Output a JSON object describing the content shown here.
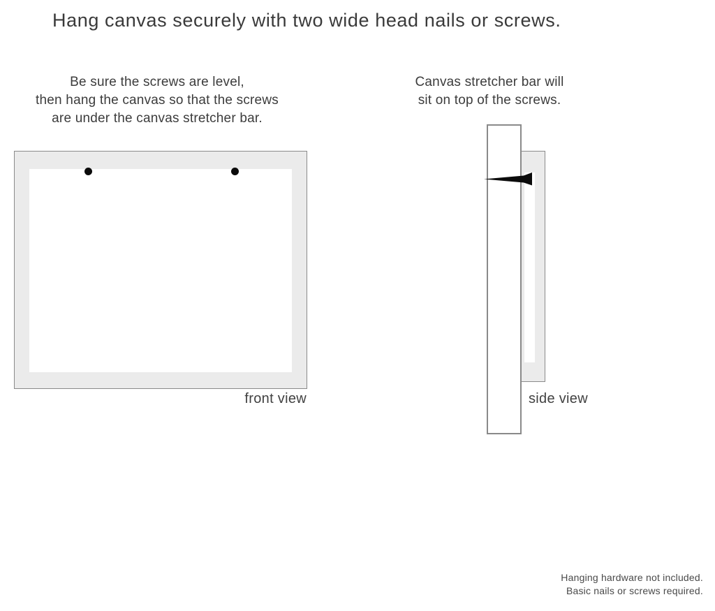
{
  "title": "Hang canvas securely with two wide head nails or screws.",
  "instructions": {
    "left": [
      "Be sure the screws are level,",
      "then hang the canvas so that the screws",
      "are under the canvas stretcher bar."
    ],
    "right": [
      "Canvas stretcher bar will",
      "sit on top of the screws."
    ]
  },
  "front_view": {
    "label": "front view",
    "screw_count": 2
  },
  "side_view": {
    "label": "side view"
  },
  "footer": [
    "Hanging hardware not included.",
    "Basic nails or screws required."
  ],
  "icons": {
    "screw": "filled-black-circle",
    "nail": "wide-head-nail-side-profile"
  },
  "colors": {
    "background": "#ffffff",
    "canvas_fill": "#ebebeb",
    "outline": "#8a8a8a",
    "text": "#3c3c3c",
    "hardware_black": "#0b0b0b"
  }
}
